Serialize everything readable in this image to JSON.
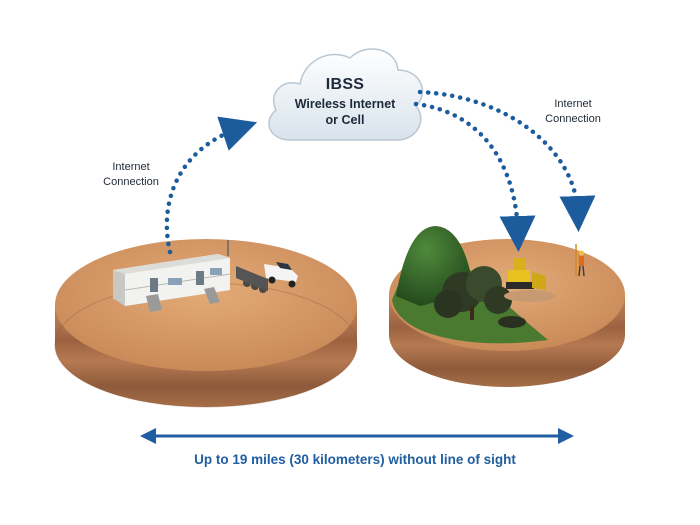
{
  "cloud": {
    "title": "IBSS",
    "line1": "Wireless Internet",
    "line2": "or Cell"
  },
  "connection_left": {
    "line1": "Internet",
    "line2": "Connection"
  },
  "connection_right": {
    "line1": "Internet",
    "line2": "Connection"
  },
  "caption": "Up to 19 miles (30 kilometers) without line of sight",
  "colors": {
    "accent": "#1f5ea0",
    "dots": "#1c5c9c",
    "ground_top": "#d79b66",
    "soil": "#b77a52",
    "grass": "#3a6a2a"
  }
}
